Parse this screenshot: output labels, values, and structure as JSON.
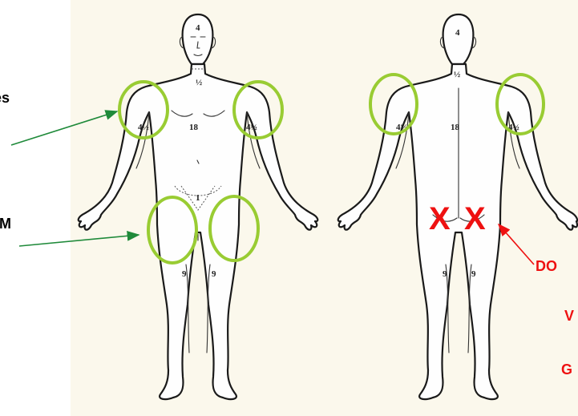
{
  "labels": {
    "arms": "es",
    "thigh": "IM",
    "do_not": "DO",
    "v": "V",
    "g": "G"
  },
  "anterior": {
    "head": "4",
    "neck": "½",
    "trunk": "18",
    "right_arm": "4½",
    "left_arm": "4½",
    "groin": "1",
    "right_leg": "9",
    "left_leg": "9"
  },
  "posterior": {
    "head": "4",
    "neck": "½",
    "trunk": "18",
    "right_arm": "4½",
    "left_arm": "4½",
    "right_leg": "9",
    "left_leg": "9"
  },
  "marks": {
    "x_left": "X",
    "x_right": "X"
  },
  "colors": {
    "ring": "#99cc33",
    "arrow_green": "#1f8a3a",
    "avoid_red": "#ee1111",
    "text_black": "#000000"
  },
  "icons": {
    "ring": "injection-site-ring-icon",
    "x": "avoid-site-x-icon",
    "arrow": "pointer-arrow-icon"
  }
}
